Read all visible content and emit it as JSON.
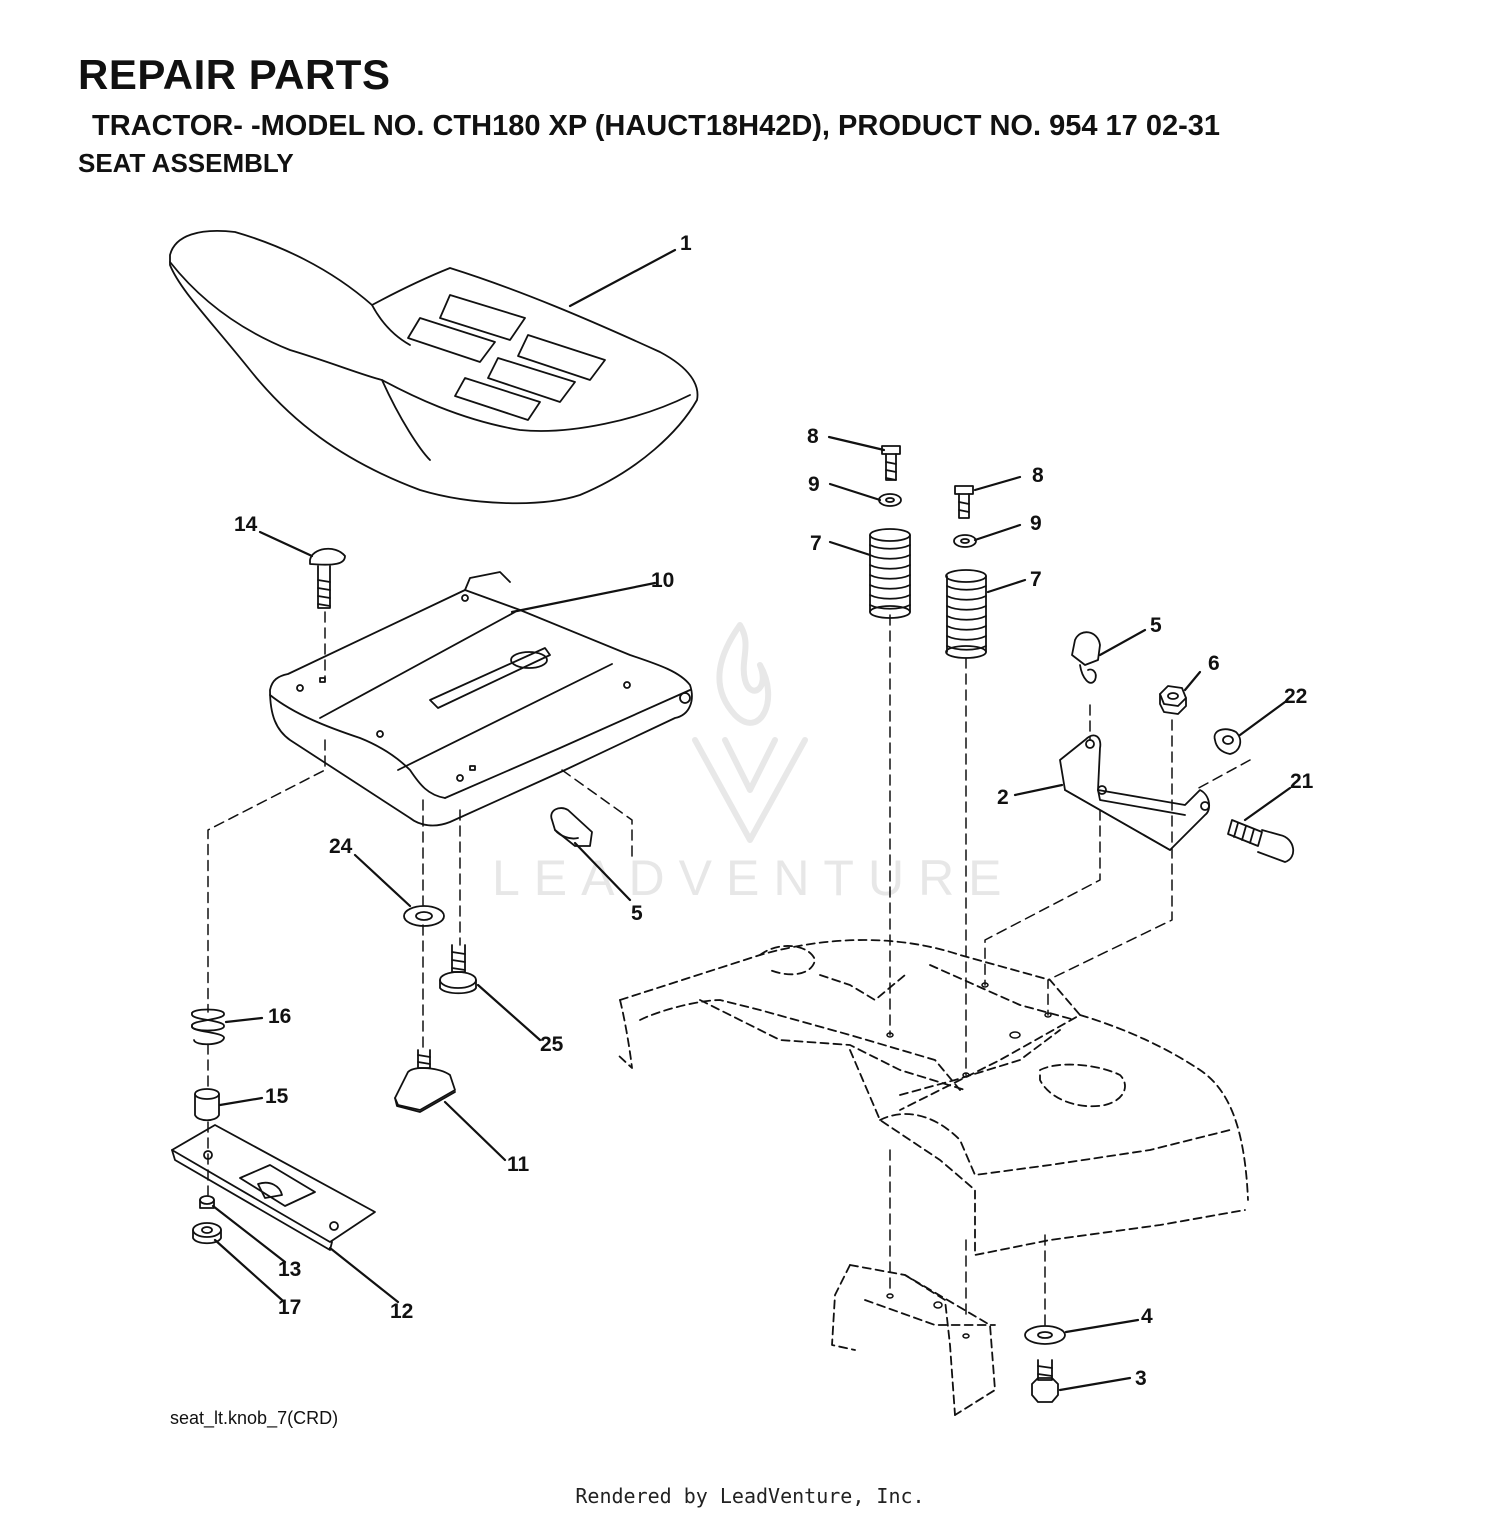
{
  "header": {
    "title": "REPAIR PARTS",
    "subtitle": "TRACTOR- -MODEL NO. CTH180 XP (HAUCT18H42D), PRODUCT NO. 954 17 02-31",
    "section": "SEAT ASSEMBLY"
  },
  "watermark": {
    "text": "LEADVENTURE"
  },
  "callouts": {
    "c1": "1",
    "c2": "2",
    "c3": "3",
    "c4": "4",
    "c5a": "5",
    "c5b": "5",
    "c6": "6",
    "c7a": "7",
    "c7b": "7",
    "c8a": "8",
    "c8b": "8",
    "c9a": "9",
    "c9b": "9",
    "c10": "10",
    "c11": "11",
    "c12": "12",
    "c13": "13",
    "c14": "14",
    "c15": "15",
    "c16": "16",
    "c17": "17",
    "c21": "21",
    "c22": "22",
    "c24": "24",
    "c25": "25"
  },
  "file_reference": "seat_lt.knob_7(CRD)",
  "footer": "Rendered by LeadVenture, Inc."
}
